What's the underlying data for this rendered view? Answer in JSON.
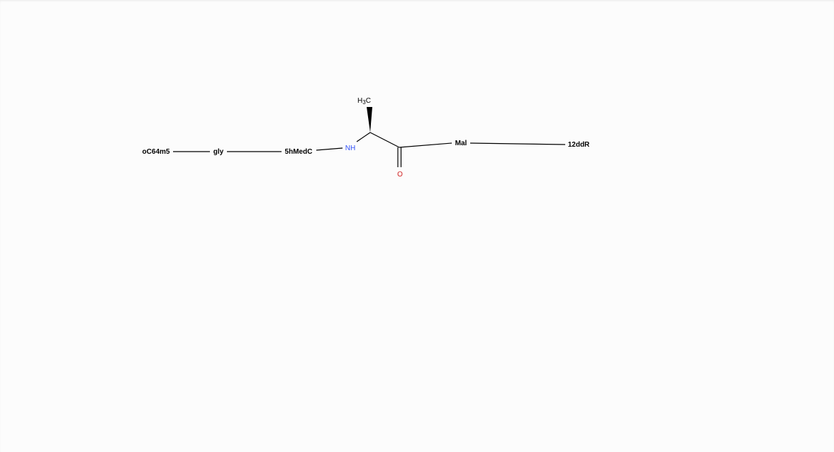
{
  "molecule": {
    "residues": {
      "r1": "oC64m5",
      "r2": "gly",
      "r3": "5hMedC",
      "r4": "Mal",
      "r5": "12ddR"
    },
    "atoms": {
      "nh": "NH",
      "oxygen": "O",
      "methyl_h": "H",
      "methyl_sub": "3",
      "methyl_c": "C"
    },
    "colors": {
      "nitrogen": "#3050f8",
      "oxygen": "#d02020",
      "bond": "#000000"
    }
  }
}
